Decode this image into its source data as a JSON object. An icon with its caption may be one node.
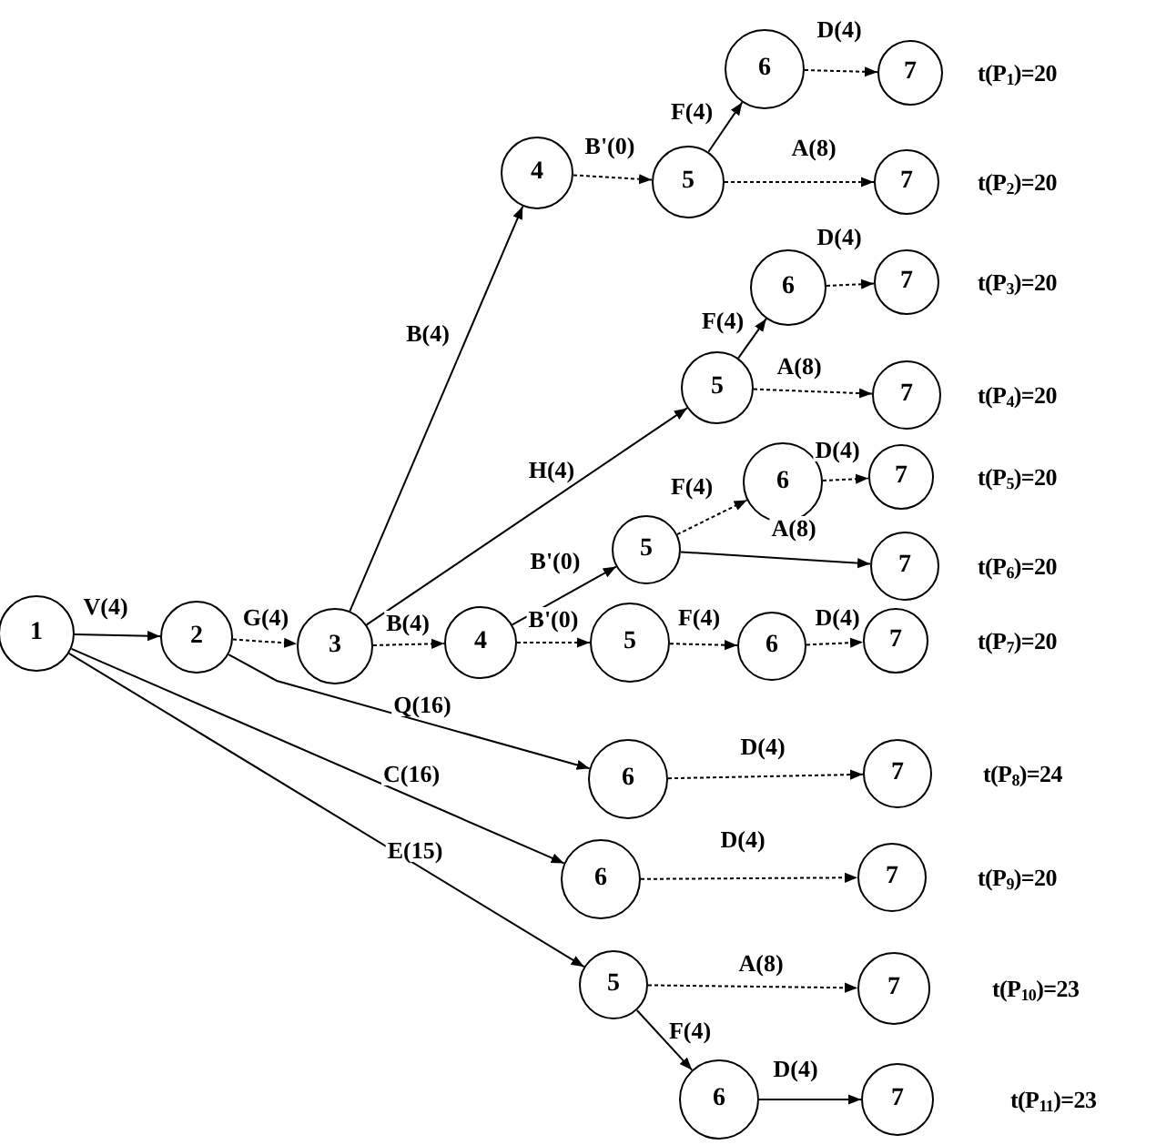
{
  "diagram": {
    "nodes": [
      {
        "text": [
          "1"
        ]
      },
      {
        "text": [
          "2"
        ]
      },
      {
        "text": [
          "3"
        ]
      },
      {
        "text": [
          "4"
        ]
      },
      {
        "text": [
          "5"
        ]
      },
      {
        "text": [
          "6"
        ]
      },
      {
        "text": [
          "7"
        ],
        "beside": [
          "t(P$_{1}$)=20"
        ]
      },
      {
        "text": [
          "7"
        ],
        "beside": [
          "t(P$_{2}$)=20"
        ]
      },
      {
        "text": [
          "5"
        ]
      },
      {
        "text": [
          "6"
        ]
      },
      {
        "text": [
          "7"
        ],
        "beside": [
          "t(P$_{3}$)=20"
        ]
      },
      {
        "text": [
          "7"
        ],
        "beside": [
          "t(P$_{4}$)=20"
        ]
      },
      {
        "text": [
          "4"
        ]
      },
      {
        "text": [
          "5"
        ]
      },
      {
        "text": [
          "6"
        ]
      },
      {
        "text": [
          "7"
        ],
        "beside": [
          "t(P$_{5}$)=20"
        ]
      },
      {
        "text": [
          "7"
        ],
        "beside": [
          "t(P$_{6}$)=20"
        ]
      },
      {
        "text": [
          "5"
        ]
      },
      {
        "text": [
          "6"
        ]
      },
      {
        "text": [
          "7"
        ],
        "beside": [
          "t(P$_{7}$)=20"
        ]
      },
      {
        "text": [
          "6"
        ]
      },
      {
        "text": [
          "7"
        ],
        "beside": [
          "t(P$_{8}$)=24"
        ]
      },
      {
        "text": [
          "6"
        ]
      },
      {
        "text": [
          "7"
        ],
        "beside": [
          "t(P$_{9}$)=20"
        ]
      },
      {
        "text": [
          "5"
        ]
      },
      {
        "text": [
          "7"
        ],
        "beside": [
          "t(P$_{10}$)=23"
        ]
      },
      {
        "text": [
          "6"
        ]
      },
      {
        "text": [
          "7"
        ],
        "beside": [
          "t(P$_{11}$)=23"
        ]
      }
    ],
    "edges": [
      {
        "from": 0,
        "to": 1,
        "arrow": "to",
        "label": "V(4)"
      },
      {
        "from": 1,
        "to": 2,
        "arrow": "to",
        "label": "G(4)",
        "style": "dashed"
      },
      {
        "from": 2,
        "to": 3,
        "arrow": "to",
        "label": "B(4)"
      },
      {
        "from": 3,
        "to": 4,
        "arrow": "to",
        "label": "B'(0)",
        "style": "dashed"
      },
      {
        "from": 4,
        "to": 5,
        "arrow": "to",
        "label": "F(4)"
      },
      {
        "from": 5,
        "to": 6,
        "arrow": "to",
        "label": "D(4)",
        "style": "dashed"
      },
      {
        "from": 4,
        "to": 7,
        "arrow": "to",
        "label": "A(8)",
        "style": "dashed"
      },
      {
        "from": 2,
        "to": 8,
        "arrow": "to",
        "label": "H(4)"
      },
      {
        "from": 8,
        "to": 9,
        "arrow": "to",
        "label": "F(4)"
      },
      {
        "from": 9,
        "to": 10,
        "arrow": "to",
        "label": "D(4)",
        "style": "dashed"
      },
      {
        "from": 8,
        "to": 11,
        "arrow": "to",
        "label": "A(8)",
        "style": "dashed"
      },
      {
        "from": 2,
        "to": 12,
        "arrow": "to",
        "label": "B(4)",
        "style": "dashed"
      },
      {
        "from": 12,
        "to": 13,
        "arrow": "to",
        "label": "B'(0)"
      },
      {
        "from": 13,
        "to": 14,
        "arrow": "to",
        "label": "F(4)",
        "style": "dashed"
      },
      {
        "from": 14,
        "to": 15,
        "arrow": "to",
        "label": "D(4)",
        "style": "dashed"
      },
      {
        "from": 13,
        "to": 16,
        "arrow": "to",
        "label": "A(8)"
      },
      {
        "from": 12,
        "to": 17,
        "arrow": "to",
        "label": "B'(0)",
        "style": "dashed"
      },
      {
        "from": 17,
        "to": 18,
        "arrow": "to",
        "label": "F(4)",
        "style": "dashed"
      },
      {
        "from": 18,
        "to": 19,
        "arrow": "to",
        "label": "D(4)",
        "style": "dashed"
      },
      {
        "from": 1,
        "to": 20,
        "arrow": "to",
        "label": "Q(16)"
      },
      {
        "from": 20,
        "to": 21,
        "arrow": "to",
        "label": "D(4)",
        "style": "dashed"
      },
      {
        "from": 0,
        "to": 22,
        "arrow": "to",
        "label": "C(16)"
      },
      {
        "from": 22,
        "to": 23,
        "arrow": "to",
        "label": "D(4)",
        "style": "dashed"
      },
      {
        "from": 0,
        "to": 24,
        "arrow": "to",
        "label": "E(15)"
      },
      {
        "from": 24,
        "to": 25,
        "arrow": "to",
        "label": "A(8)",
        "style": "dashed"
      },
      {
        "from": 24,
        "to": 26,
        "arrow": "to",
        "label": "F(4)"
      },
      {
        "from": 26,
        "to": 27,
        "arrow": "to",
        "label": "D(4)"
      }
    ]
  }
}
